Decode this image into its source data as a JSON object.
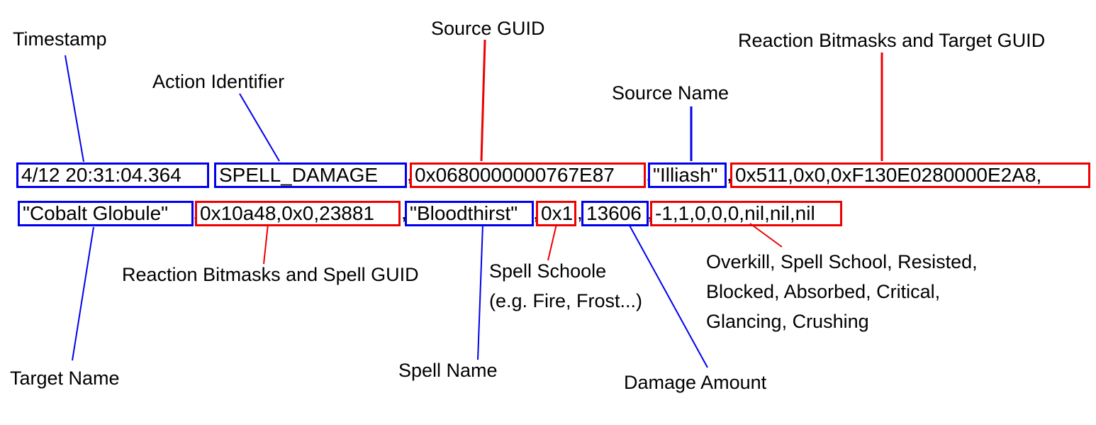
{
  "colors": {
    "blue": "#0000ee",
    "red": "#ee0000"
  },
  "line1": {
    "timestamp": "4/12 20:31:04.364",
    "sep1": " ",
    "action": "SPELL_DAMAGE",
    "sep2": ",",
    "source_guid": "0x0680000000767E87",
    "sep3": ",",
    "source_name": "\"Illiash\"",
    "sep4": ",",
    "reaction_target": "0x511,0x0,0xF130E0280000E2A8,"
  },
  "line2": {
    "target_name": "\"Cobalt Globule\"",
    "sep1": ",",
    "reaction_spell": "0x10a48,0x0,23881",
    "sep2": ",",
    "spell_name": "\"Bloodthirst\"",
    "sep3": ",",
    "spell_school": "0x1",
    "sep4": ",",
    "damage": "13606",
    "sep5": ",",
    "rest": "-1,1,0,0,0,nil,nil,nil"
  },
  "labels": {
    "timestamp": "Timestamp",
    "action_identifier": "Action Identifier",
    "source_guid": "Source GUID",
    "source_name": "Source Name",
    "reaction_target": "Reaction Bitmasks and Target GUID",
    "target_name": "Target Name",
    "reaction_spell": "Reaction Bitmasks and Spell GUID",
    "spell_school": [
      "Spell Schoole",
      "(e.g. Fire, Frost...)"
    ],
    "spell_name": "Spell Name",
    "damage_amount": "Damage Amount",
    "misc": [
      "Overkill, Spell School, Resisted,",
      "Blocked, Absorbed, Critical,",
      "Glancing, Crushing"
    ]
  }
}
